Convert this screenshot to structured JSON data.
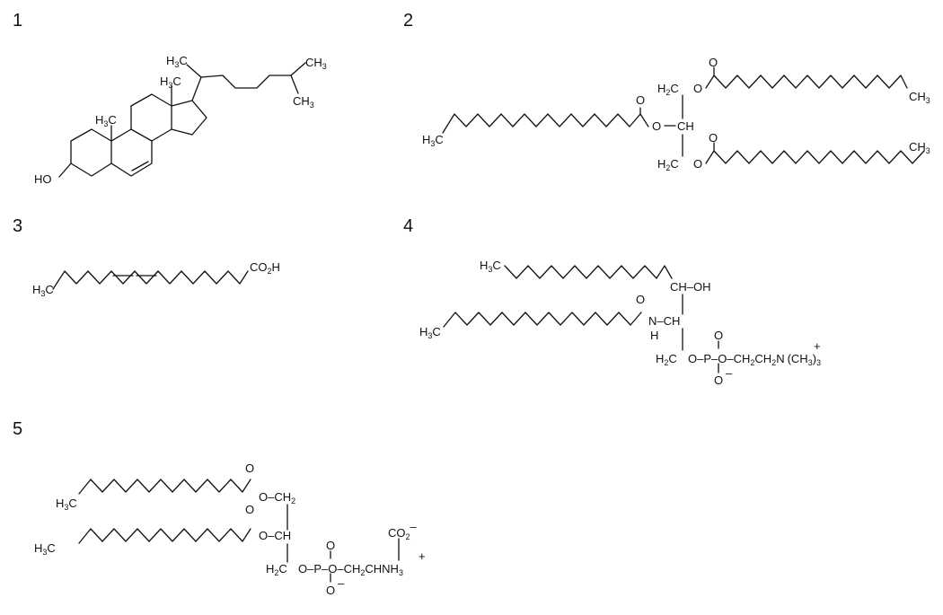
{
  "structures": [
    {
      "number": "1",
      "atoms": {
        "hydroxyl": "HO",
        "c18_methyl": "H",
        "c18_methyl_c": "C",
        "c18_methyl_sub": "3",
        "c19_methyl": "H",
        "c19_methyl_c": "C",
        "c19_methyl_sub": "3",
        "c21_methyl": "H",
        "c21_methyl_c": "C",
        "c21_methyl_sub": "3",
        "terminal_ch3_a": "CH",
        "terminal_ch3_a_sub": "3",
        "terminal_ch3_b": "CH",
        "terminal_ch3_b_sub": "3"
      }
    },
    {
      "number": "2",
      "atoms": {
        "chain_start": "H",
        "chain_start_c": "C",
        "chain_start_sub": "3",
        "ester_o_mid": "O",
        "ester_o_link": "O",
        "glycerol_top": "H",
        "glycerol_top_c": "C",
        "glycerol_top_sub": "2",
        "glycerol_top_o": "O",
        "glycerol_mid": "CH",
        "glycerol_bottom": "H",
        "glycerol_bottom_c": "C",
        "glycerol_bottom_sub": "2",
        "glycerol_bottom_o": "O",
        "carbonyl_top": "O",
        "carbonyl_bottom": "O",
        "top_end": "CH",
        "top_end_sub": "3",
        "bottom_end": "CH",
        "bottom_end_sub": "3"
      }
    },
    {
      "number": "3",
      "atoms": {
        "chain_start": "H",
        "chain_start_c": "C",
        "chain_start_sub": "3",
        "acid": "CO",
        "acid_sub": "2",
        "acid_h": "H"
      }
    },
    {
      "number": "4",
      "atoms": {
        "top_chain_start": "H",
        "top_chain_start_c": "C",
        "top_chain_start_sub": "3",
        "hydroxy": "CH–OH",
        "amide_o": "O",
        "amide_n": "N–CH",
        "amide_h": "H",
        "bottom_chain_start": "H",
        "bottom_chain_start_c": "C",
        "bottom_chain_start_sub": "3",
        "phosphate_row": "O–P–O–CH",
        "phosphate_ch2_sub": "2",
        "choline_mid": "CH",
        "choline_mid_sub": "2",
        "choline_n": "N",
        "choline_charge": "+",
        "choline_methyls": "(CH",
        "choline_methyls_sub": "3",
        "choline_close": ")",
        "choline_count": "3",
        "backbone_ch2": "H",
        "backbone_ch2_c": "C",
        "backbone_ch2_sub": "2",
        "p_top_o": "O",
        "p_bottom_o": "O",
        "p_charge": "–"
      }
    },
    {
      "number": "5",
      "atoms": {
        "top_chain_start": "H",
        "top_chain_start_c": "C",
        "top_chain_start_sub": "3",
        "bottom_chain_start": "H",
        "bottom_chain_start_c": "C",
        "bottom_chain_start_sub": "3",
        "top_carbonyl": "O",
        "bottom_carbonyl": "O",
        "top_link": "O–CH",
        "top_link_sub": "2",
        "mid_link": "O–CH",
        "backbone_ch2": "H",
        "backbone_ch2_c": "C",
        "backbone_ch2_sub": "2",
        "phosphate_row": "O–P–O–CH",
        "phosphate_ch2_sub": "2",
        "serine_ch": "CHNH",
        "serine_ch_sub": "3",
        "serine_charge": "+",
        "carboxylate": "CO",
        "carboxylate_sub": "2",
        "carboxylate_charge": "–",
        "p_top_o": "O",
        "p_bottom_o": "O",
        "p_charge": "–"
      }
    }
  ]
}
